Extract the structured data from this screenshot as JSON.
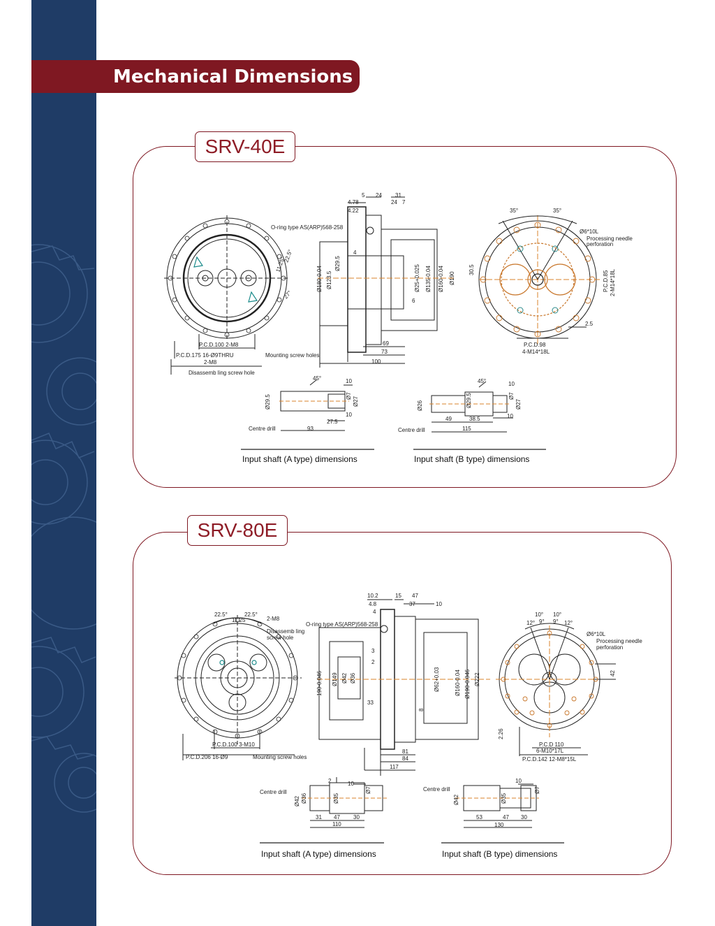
{
  "page": {
    "header": {
      "title": "Mechanical Dimensions"
    },
    "colors": {
      "sidebar": "#1f3c66",
      "accent": "#7f1822",
      "drawing_orange": "#d9832b"
    }
  },
  "sections": [
    {
      "model": "SRV-40E",
      "labels": {
        "d5": "5",
        "d24": "24",
        "d31": "31",
        "d24b": "24",
        "d7": "7",
        "d478": "4.78",
        "d422": "4.22",
        "oring": "O-ring type AS(ARP)568-258",
        "d4": "4",
        "d6": "6",
        "d69": "69",
        "d73": "73",
        "d100": "100",
        "dia180": "Ø180-0.04",
        "dia1235": "Ø123.5",
        "dia295": "Ø29.5",
        "dia25": "Ø25+0.025",
        "dia135": "Ø135-0.04",
        "dia160": "Ø160-0.04",
        "dia190": "Ø190",
        "d305": "30.5",
        "a225": "22.5°",
        "a1125": "11.25°",
        "a27": "27°",
        "pcd100": "P.C.D.100 2-M8",
        "pcd175": "P.C.D.175 16-Ø9THRU",
        "m8": "2-M8",
        "mounting": "Mounting screw holes",
        "disassembly": "Disassemb ling screw hole",
        "a35l": "35°",
        "a35r": "35°",
        "d610l": "Ø6*10L",
        "needle1": "Processing needle",
        "needle2": "perforation",
        "pcd85": "P.C.D.85",
        "m14a": "2-M14*18L",
        "d25": "2.5",
        "pcd98": "P.C.D.98",
        "m14b": "4-M14*18L",
        "sa_a45": "45°",
        "sa_10": "10",
        "sa_295": "Ø29.5",
        "sa_7": "Ø7",
        "sa_27": "Ø27",
        "sa_10b": "10",
        "sa_275": "27.5",
        "sa_93": "93",
        "sa_cd": "Centre drill",
        "sb_a45": "45°",
        "sb_10": "10",
        "sb_26": "Ø26",
        "sb_295": "Ø29.5",
        "sb_7": "Ø7",
        "sb_27": "Ø27",
        "sb_49": "49",
        "sb_385": "38.5",
        "sb_10b": "10",
        "sb_115": "115",
        "sb_cd": "Centre drill",
        "cap_a": "Input shaft (A type) dimensions",
        "cap_b": "Input shaft (B type) dimensions"
      }
    },
    {
      "model": "SRV-80E",
      "labels": {
        "d102": "10.2",
        "d15": "15",
        "d47": "47",
        "d48": "4.8",
        "d37": "37",
        "d10": "10",
        "d4": "4",
        "oring": "O-ring type AS(ARP)568-258",
        "d3": "3",
        "d2": "2",
        "d33": "33",
        "d8": "8",
        "d81": "81",
        "d84": "84",
        "d117": "117",
        "dia190": "190-0.046",
        "dia149": "Ø149",
        "dia42": "Ø42",
        "dia36": "Ø36",
        "dia62": "Ø62+0.03",
        "dia160": "Ø160-0.04",
        "dia190b": "Ø190-0.046",
        "dia222": "Ø222",
        "a225l": "22.5°",
        "a225r": "22.5°",
        "a1125": "11.25",
        "m8": "2-M8",
        "dis1": "Disassemb ling",
        "dis2": "screw hole",
        "pcd100": "P.C.D.100 3-M10",
        "pcd206": "P.C.D.206 16-Ø9",
        "mounting": "Mounting screw holes",
        "a10l": "10°",
        "a10r": "10°",
        "a12l": "12°",
        "a9l": "9°",
        "a9r": "9°",
        "a12r": "12°",
        "d610l": "Ø6*10L",
        "needle1": "Processing needle",
        "needle2": "perforation",
        "d42": "42",
        "d226": "2.26",
        "pcd110": "P.C.D 110",
        "m10": "6-M10*17L",
        "pcd142": "P.C.D.142 12-M8*15L",
        "sa_2": "2",
        "sa_10": "10",
        "sa_cd": "Centre drill",
        "sa_42": "Ø42",
        "sa_36": "Ø36",
        "sa_35": "Ø35",
        "sa_7": "Ø7",
        "sa_31": "31",
        "sa_47": "47",
        "sa_30": "30",
        "sa_110": "110",
        "sb_10": "10",
        "sb_cd": "Centre drill",
        "sb_42": "Ø42",
        "sb_35": "Ø35",
        "sb_7": "Ø7",
        "sb_53": "53",
        "sb_47": "47",
        "sb_30": "30",
        "sb_130": "130",
        "cap_a": "Input shaft (A type) dimensions",
        "cap_b": "Input shaft (B type) dimensions"
      }
    }
  ]
}
